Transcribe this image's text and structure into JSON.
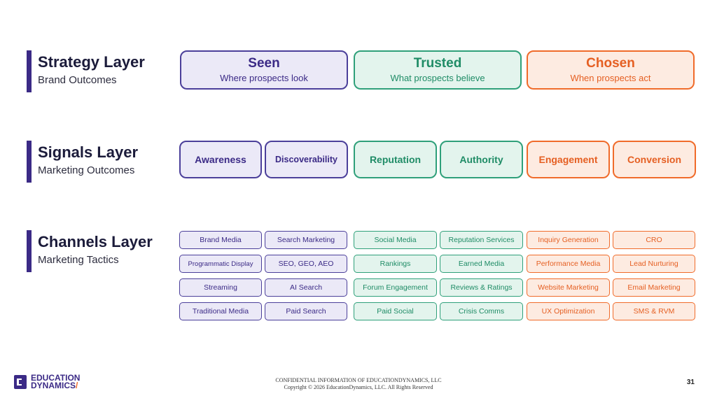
{
  "layers": {
    "strategy": {
      "title": "Strategy Layer",
      "subtitle": "Brand Outcomes"
    },
    "signals": {
      "title": "Signals Layer",
      "subtitle": "Marketing Outcomes"
    },
    "channels": {
      "title": "Channels Layer",
      "subtitle": "Marketing Tactics"
    }
  },
  "strategy": [
    {
      "title": "Seen",
      "subtitle": "Where prospects look"
    },
    {
      "title": "Trusted",
      "subtitle": "What prospects believe"
    },
    {
      "title": "Chosen",
      "subtitle": "When prospects act"
    }
  ],
  "signals": [
    "Awareness",
    "Discoverability",
    "Reputation",
    "Authority",
    "Engagement",
    "Conversion"
  ],
  "channels": [
    [
      "Brand Media",
      "Programmatic Display",
      "Streaming",
      "Traditional Media"
    ],
    [
      "Search Marketing",
      "SEO, GEO, AEO",
      "AI Search",
      "Paid Search"
    ],
    [
      "Social Media",
      "Rankings",
      "Forum Engagement",
      "Paid Social"
    ],
    [
      "Reputation Services",
      "Earned Media",
      "Reviews & Ratings",
      "Crisis Comms"
    ],
    [
      "Inquiry Generation",
      "Performance Media",
      "Website Marketing",
      "UX Optimization"
    ],
    [
      "CRO",
      "Lead Nurturing",
      "Email Marketing",
      "SMS & RVM"
    ]
  ],
  "colors": {
    "purple": "#4b3f9a",
    "green": "#2fa07a",
    "orange": "#f06b2a"
  },
  "footer": {
    "logo_line1": "EDUCATION",
    "logo_line2": "DYNAMICS",
    "logo_slash": "/",
    "confidential": "CONFIDENTIAL INFORMATION OF EDUCATIONDYNAMICS, LLC",
    "copyright": "Copyright © 2026 EducationDynamics, LLC. All Rights Reserved",
    "page": "31"
  }
}
